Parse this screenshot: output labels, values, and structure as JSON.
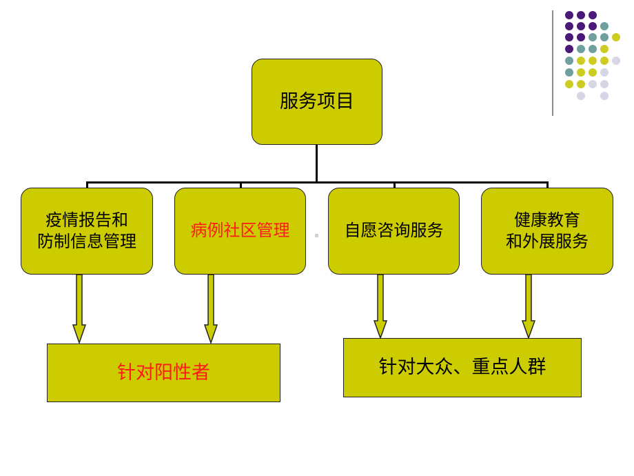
{
  "diagram": {
    "root": {
      "label": "服务项目"
    },
    "children": [
      {
        "line1": "疫情报告和",
        "line2": "防制信息管理"
      },
      {
        "line1": "病例社区管理"
      },
      {
        "line1": "自愿咨询服务"
      },
      {
        "line1": "健康教育",
        "line2": "和外展服务"
      }
    ],
    "targets": [
      {
        "label": "针对阳性者"
      },
      {
        "label": "针对大众、重点人群"
      }
    ]
  },
  "colors": {
    "box_fill": "#cccc00",
    "highlight_text": "#ff1a1a",
    "purple": "#4b1a78",
    "teal": "#6f9f9f",
    "lime": "#cccc22",
    "lavender": "#d6d6e6"
  }
}
